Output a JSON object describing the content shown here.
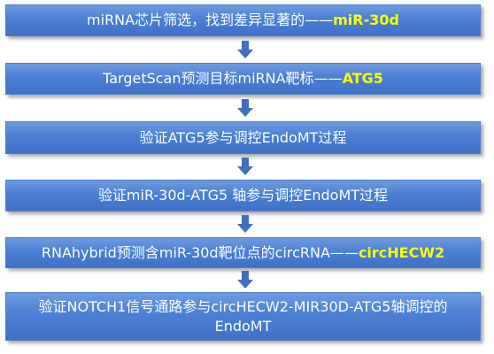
{
  "steps": [
    {
      "text": "miRNA芯片筛选，找到差异显著的——",
      "highlight": "miR-30d"
    },
    {
      "text": "TargetScan预测目标miRNA靶标——",
      "highlight": "ATG5"
    },
    {
      "text": "验证ATG5参与调控EndoMT过程",
      "highlight": ""
    },
    {
      "text": "验证miR-30d-ATG5 轴参与调控EndoMT过程",
      "highlight": ""
    },
    {
      "text": "RNAhybrid预测含miR-30d靶位点的circRNA——",
      "highlight": "circHECW2"
    },
    {
      "text": "验证NOTCH1信号通路参与circHECW2-MIR30D-ATG5轴调控的EndoMT",
      "highlight": ""
    }
  ],
  "colors": {
    "box_fill": "#4a7fd4",
    "box_text": "#ffffff",
    "highlight_text": "#ffff00",
    "arrow": "#3f6fbf"
  },
  "arrow_icon": "down-arrow-icon"
}
